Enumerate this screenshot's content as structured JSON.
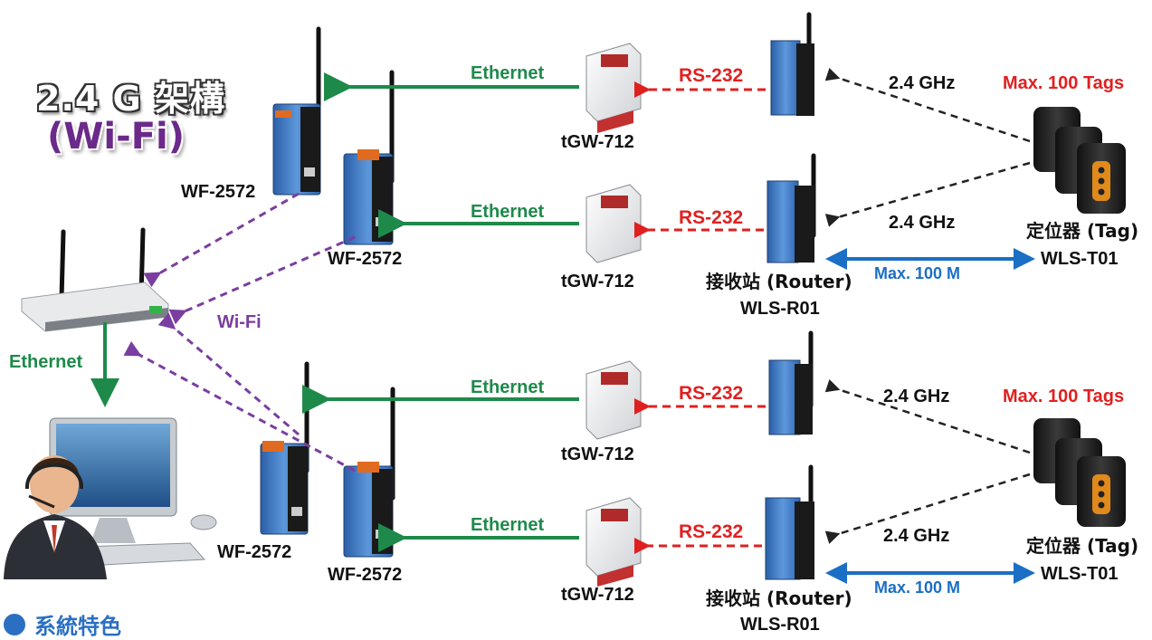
{
  "title": {
    "main": "2.4 G 架構",
    "sub": "(Wi-Fi)"
  },
  "section_heading": "系統特色",
  "labels": {
    "ethernet": "Ethernet",
    "rs232": "RS-232",
    "ghz": "2.4 GHz",
    "wifi": "Wi-Fi",
    "max_tags": "Max. 100 Tags",
    "max_range": "Max. 100 M",
    "gateway": "tGW-712",
    "wifi_device": "WF-2572",
    "router_name": "接收站 (Router)",
    "router_model": "WLS-R01",
    "tag_name": "定位器 (Tag)",
    "tag_model": "WLS-T01"
  },
  "colors": {
    "ethernet": "#1e8a4a",
    "rs232": "#e02020",
    "wifi": "#7a3ea0",
    "range": "#1b6fc4",
    "title": "#6b2a8a",
    "heading": "#2a6fc2"
  }
}
